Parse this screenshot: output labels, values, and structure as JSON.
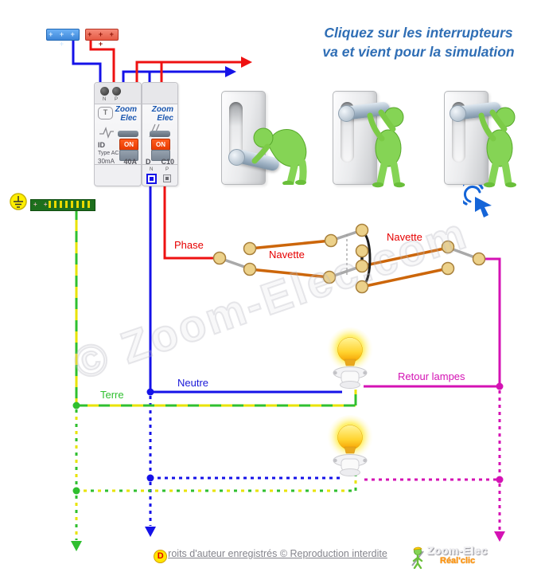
{
  "title": {
    "line1": "Cliquez sur les interrupteurs",
    "line2": "va et vient pour la simulation"
  },
  "supply": {
    "neutral_marks": "+ + + +",
    "phase_marks": "+ + + +",
    "earth_marks": "+ +"
  },
  "breakers": {
    "differential": {
      "brand_top": "Zoom",
      "brand_bottom": "Elec",
      "test_button": "T",
      "terminal_n": "N",
      "terminal_p": "P",
      "on_button": "ON",
      "id_label": "ID",
      "type_label": "Type AC",
      "sensitivity": "30mA",
      "rating": "40A"
    },
    "divisionnaire": {
      "brand_top": "Zoom",
      "brand_bottom": "Elec",
      "on_button": "ON",
      "pole": "D",
      "rating": "C10",
      "terminal_n": "N",
      "terminal_p": "P"
    }
  },
  "wire_labels": {
    "phase": "Phase",
    "navette_left": "Navette",
    "navette_right": "Navette",
    "neutre": "Neutre",
    "terre": "Terre",
    "retour_lampes": "Retour lampes"
  },
  "switches": [
    {
      "id": "va-et-vient-1",
      "lever": "bas"
    },
    {
      "id": "va-et-vient-2",
      "lever": "haut"
    },
    {
      "id": "va-et-vient-3",
      "lever": "haut"
    }
  ],
  "watermark": "© Zoom-Elec.com",
  "footer": {
    "copyright_initial": "D",
    "copyright_text": "roits d'auteur enregistrés © Reproduction interdite",
    "logo_name": "Zoom-Elec",
    "logo_tagline": "Réal'clic"
  },
  "colors": {
    "phase": "#ee1111",
    "neutre": "#1512e8",
    "terre_vert": "#2fbf2f",
    "terre_jaune": "#e8e300",
    "navette": "#cc660a",
    "retour_lampes": "#d412b4",
    "titre": "#2f6eb5",
    "contact": "#ecd18a",
    "personnage": "#85d455"
  }
}
